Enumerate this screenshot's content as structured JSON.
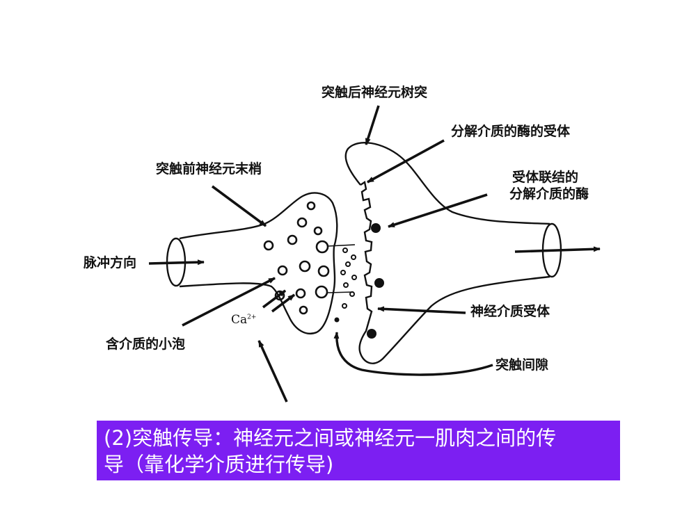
{
  "labels": {
    "postsynaptic_dendrite": "突触后神经元树突",
    "enzyme_receptor": "分解介质的酶的受体",
    "presynaptic_terminal": "突触前神经元末梢",
    "receptor_bound_enzyme_line1": "受体联结的",
    "receptor_bound_enzyme_line2": "分解介质的酶",
    "impulse_direction": "脉冲方向",
    "ion_symbol": "Ca",
    "ion_charge": "2+",
    "transmitter_receptor": "神经介质受体",
    "vesicle": "含介质的小泡",
    "synaptic_cleft": "突触间隙"
  },
  "caption": {
    "line1": "(2)突触传导：神经元之间或神经元一肌肉之间的传",
    "line2": "导（靠化学介质进行传导)"
  },
  "colors": {
    "caption_bg": "#7c1ff2",
    "caption_text": "#ffffff",
    "ink": "#111111"
  }
}
